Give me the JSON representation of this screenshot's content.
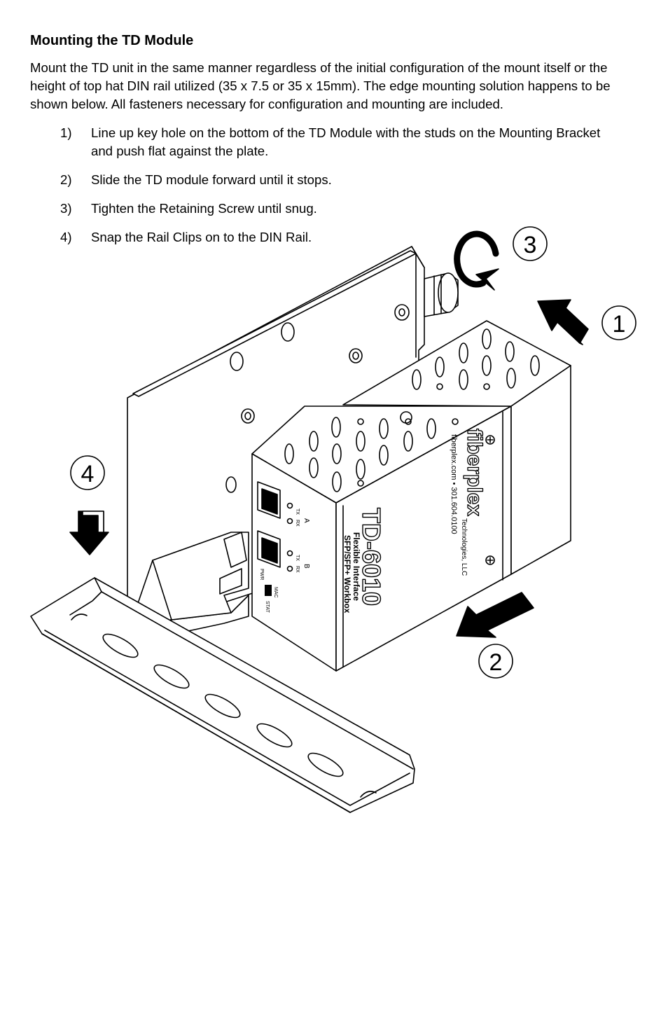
{
  "section": {
    "title": "Mounting the TD Module",
    "intro": "Mount the TD unit in the same manner regardless of the initial configuration of the mount itself or the height of top hat DIN rail utilized (35 x 7.5 or 35 x 15mm). The edge mounting solution happens to be shown below. All fasteners necessary for configuration and mounting are included."
  },
  "steps": [
    {
      "num": "1)",
      "text": "Line up key hole on the bottom of the TD Module with the studs on the Mounting Bracket and push flat against the plate."
    },
    {
      "num": "2)",
      "text": "Slide the TD module forward until it stops."
    },
    {
      "num": "3)",
      "text": "Tighten the Retaining Screw until snug."
    },
    {
      "num": "4)",
      "text": "Snap the Rail Clips on to the DIN Rail."
    }
  ],
  "figure": {
    "callouts": [
      "1",
      "2",
      "3",
      "4"
    ],
    "device_model": "TD-6010",
    "device_subtitle_1": "Flexible Interface",
    "device_subtitle_2": "SFP/SFP+ Workbox",
    "brand": "fiberplex",
    "brand_sub": "Technologies, LLC",
    "brand_contact": "fiberplex.com • 301.604.0100",
    "port_a": "A",
    "port_b": "B",
    "tx_label": "TX",
    "rx_label": "RX",
    "pwr_label": "PWR",
    "mac_label": "MAC",
    "stat_label": "STAT"
  }
}
